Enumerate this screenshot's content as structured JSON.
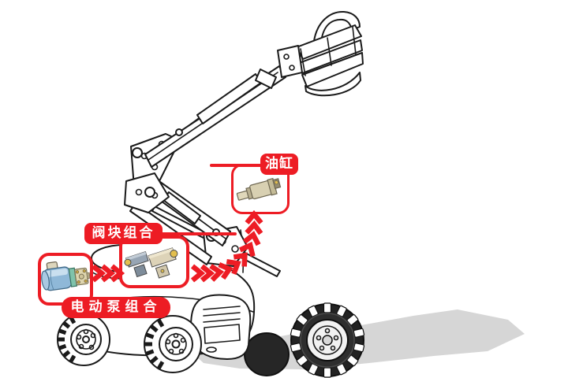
{
  "callouts": {
    "oil_cylinder": {
      "label": "油缸"
    },
    "valve_block": {
      "label": "阀块组合"
    },
    "electric_pump": {
      "label": "电动泵组合"
    }
  },
  "colors": {
    "accent_red": "#ed1c24",
    "line_art": "#1a1a1a",
    "shadow": "#d6d6d6",
    "cylinder_body": "#d8d0b2",
    "pump_body": "#8fb8d8",
    "pump_flange": "#7fc3ab",
    "pump_gear": "#ded5ae",
    "valve_gray": "#97a5b4",
    "valve_beige": "#ddd3b8",
    "valve_yellow": "#e3bf4e"
  }
}
